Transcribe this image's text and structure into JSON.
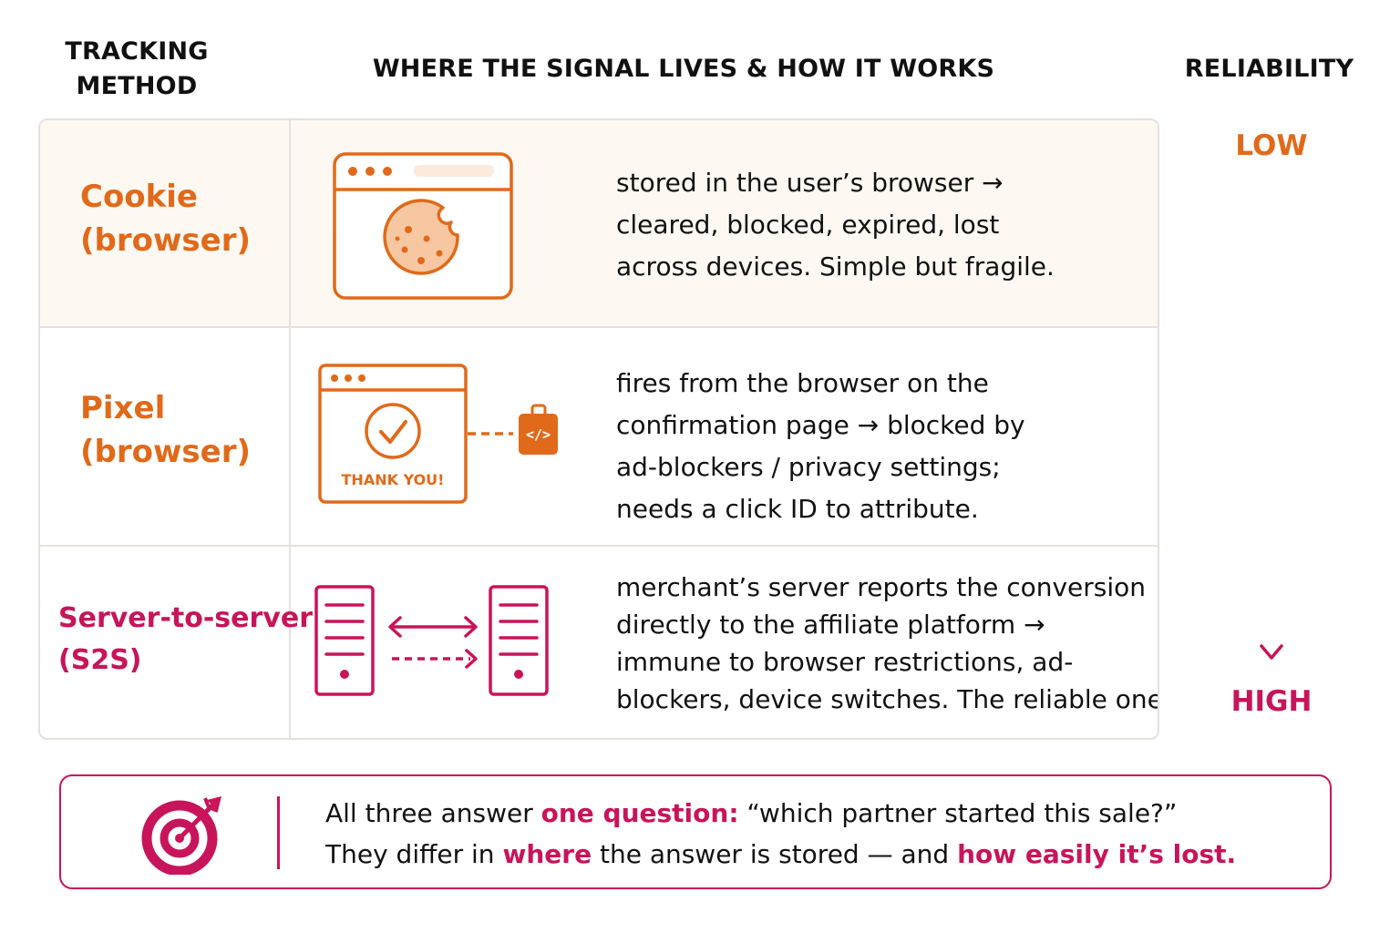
{
  "headers": {
    "method_line1": "TRACKING",
    "method_line2": "METHOD",
    "where": "WHERE THE SIGNAL LIVES & HOW IT WORKS",
    "reliability": "RELIABILITY"
  },
  "rows": [
    {
      "method_line1": "Cookie",
      "method_line2": "(browser)",
      "icon": "browser-cookie-icon",
      "desc_lines": [
        "stored in the user’s browser →",
        "cleared, blocked, expired, lost",
        "across devices. Simple but fragile."
      ]
    },
    {
      "method_line1": "Pixel",
      "method_line2": "(browser)",
      "icon": "browser-thank-you-pixel-icon",
      "icon_text": "THANK YOU!",
      "desc_lines": [
        "fires from the browser on the",
        "confirmation page → blocked by",
        "ad-blockers / privacy settings;",
        "needs a click ID to attribute."
      ]
    },
    {
      "method_line1": "Server-to-server",
      "method_line2": "(S2S)",
      "icon": "server-to-server-icon",
      "desc_lines": [
        "merchant’s server reports the conversion",
        "directly to the affiliate platform →",
        "immune to browser restrictions, ad-",
        "blockers, device switches. The reliable one."
      ]
    }
  ],
  "reliability": {
    "low": "LOW",
    "high": "HIGH"
  },
  "callout": {
    "icon": "target-icon",
    "line1_a": "All three answer ",
    "line1_hl": "one question:",
    "line1_b": " “which partner started this sale?”",
    "line2_a": "They differ in ",
    "line2_hl1": "where",
    "line2_b": " the answer is stored — and ",
    "line2_hl2": "how easily it’s lost."
  },
  "colors": {
    "orange": "#e06a1a",
    "magenta": "#c8145a",
    "cookie_row_bg": "#fdf8f2",
    "border": "#e6e1dc"
  }
}
